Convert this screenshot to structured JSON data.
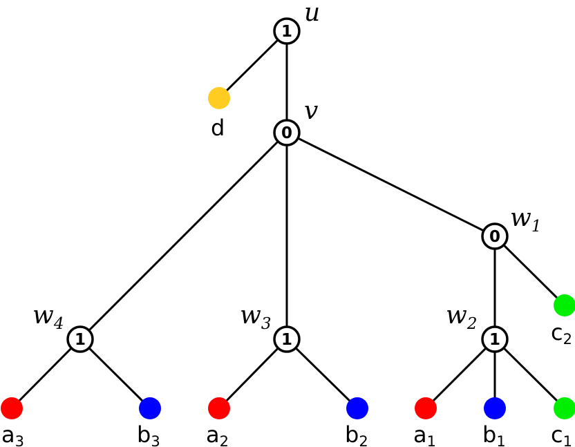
{
  "colors": {
    "red": "#ff0000",
    "blue": "#0000ff",
    "green": "#00ee00",
    "yellow": "#ffcc22"
  },
  "nodes": {
    "u": {
      "value": "1",
      "name": "u",
      "sub": ""
    },
    "v": {
      "value": "0",
      "name": "v",
      "sub": ""
    },
    "w1": {
      "value": "0",
      "name": "w",
      "sub": "1"
    },
    "w2": {
      "value": "1",
      "name": "w",
      "sub": "2"
    },
    "w3": {
      "value": "1",
      "name": "w",
      "sub": "3"
    },
    "w4": {
      "value": "1",
      "name": "w",
      "sub": "4"
    }
  },
  "leaves": {
    "d": {
      "name": "d",
      "sub": "",
      "color": "yellow"
    },
    "c2": {
      "name": "c",
      "sub": "2",
      "color": "green"
    },
    "a3": {
      "name": "a",
      "sub": "3",
      "color": "red"
    },
    "b3": {
      "name": "b",
      "sub": "3",
      "color": "blue"
    },
    "a2": {
      "name": "a",
      "sub": "2",
      "color": "red"
    },
    "b2": {
      "name": "b",
      "sub": "2",
      "color": "blue"
    },
    "a1": {
      "name": "a",
      "sub": "1",
      "color": "red"
    },
    "b1": {
      "name": "b",
      "sub": "1",
      "color": "blue"
    },
    "c1": {
      "name": "c",
      "sub": "1",
      "color": "green"
    }
  },
  "edges": [
    [
      "u",
      "d"
    ],
    [
      "u",
      "v"
    ],
    [
      "v",
      "w4"
    ],
    [
      "v",
      "w3"
    ],
    [
      "v",
      "w1"
    ],
    [
      "w1",
      "w2"
    ],
    [
      "w1",
      "c2"
    ],
    [
      "w4",
      "a3"
    ],
    [
      "w4",
      "b3"
    ],
    [
      "w3",
      "a2"
    ],
    [
      "w3",
      "b2"
    ],
    [
      "w2",
      "a1"
    ],
    [
      "w2",
      "b1"
    ],
    [
      "w2",
      "c1"
    ]
  ]
}
